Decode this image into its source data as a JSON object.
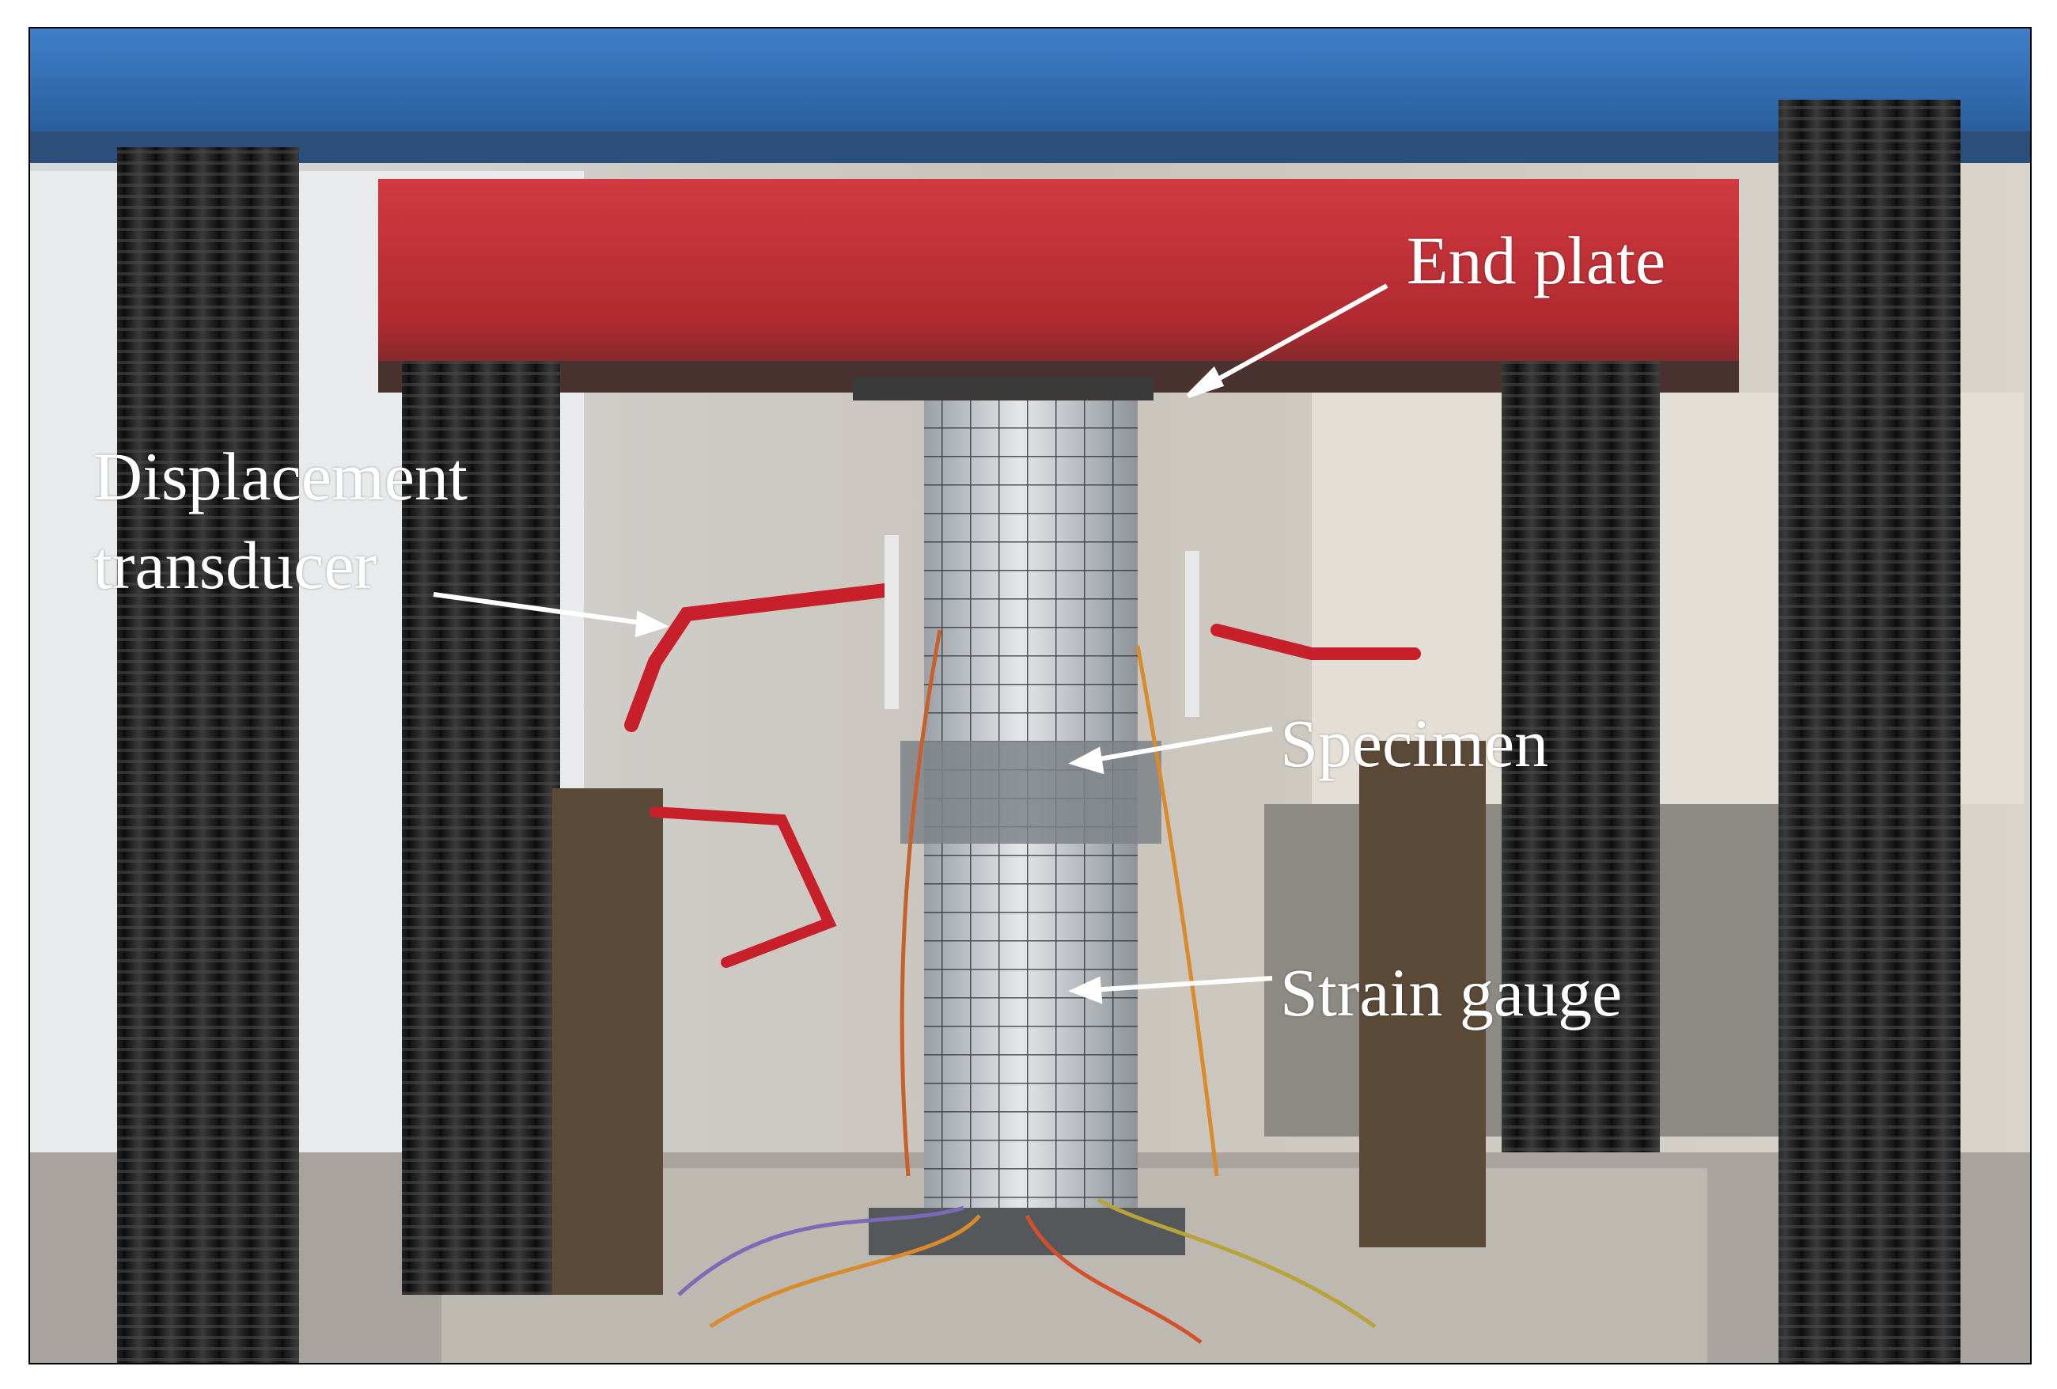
{
  "labels": {
    "end_plate": "End plate",
    "displacement_line1": "Displacement",
    "displacement_line2": "transducer",
    "specimen": "Specimen",
    "strain_gauge": "Strain gauge"
  },
  "colors": {
    "frame_blue": "#3c78c0",
    "beam_red": "#c8323a",
    "column_black": "#1f1f1f",
    "arm_red": "#c8202a",
    "label_text": "#ffffff"
  }
}
